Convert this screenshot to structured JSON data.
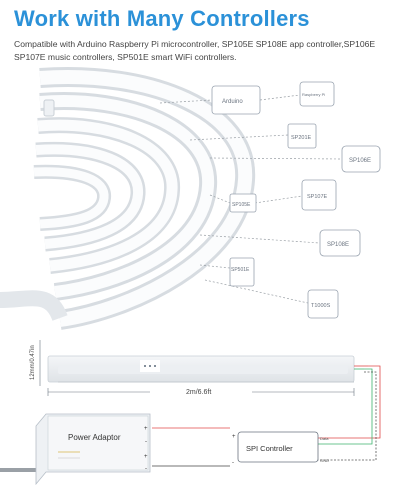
{
  "header": {
    "title": "Work with Many Controllers",
    "subtitle": "Compatible with Arduino Raspberry Pi microcontroller,  SP105E SP108E app controller,SP106E SP107E music controllers, SP501E smart WiFi controllers."
  },
  "controllers": {
    "arduino": "Arduino",
    "raspberry": "Raspberry Pi",
    "sp201e": "SP201E",
    "sp106e": "SP106E",
    "sp107e": "SP107E",
    "sp105e": "SP105E",
    "sp108e": "SP108E",
    "sp501e": "SP501E",
    "t1000s": "T1000S"
  },
  "strip": {
    "width_label": "12mm/0.47in",
    "length_label": "2m/6.6ft"
  },
  "power_adaptor": {
    "label": "Power Adaptor",
    "plus1": "+",
    "minus1": "-",
    "plus2": "+",
    "minus2": "-"
  },
  "spi_controller": {
    "label": "SPI Controller",
    "pin_data": "Data",
    "pin_gnd": "GND",
    "plus": "+",
    "minus": "-"
  },
  "colors": {
    "title": "#2b91d8",
    "wire_red": "#e04a4a",
    "wire_green": "#3cb46e",
    "dash": "#9aa0a6",
    "box": "#9aa4b0"
  }
}
